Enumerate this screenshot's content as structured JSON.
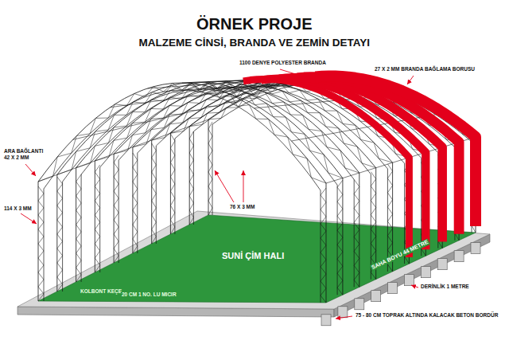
{
  "diagram": {
    "title": "ÖRNEK PROJE",
    "labels": [
      "MALZEME CİNSİ, BRANDA VE ZEMİN DETAYI",
      "1100 DENYE POLYESTER BRANDA",
      "27 X 2 MM BRANDA BAĞLAMA BORUSU",
      "ARA BAĞLANTI 42 X 2 MM",
      "114 X 3 MM",
      "76 X 3 MM",
      "SUNİ ÇİM HALI",
      "SAHA BOYU 44 METRE",
      "DERİNLİK 1 METRE",
      "KOLBONT KEÇE",
      "20 CM 1 NO. LU MICIR",
      "75 - 80 CM TOPRAK ALTINDA KALACAK BETON BORDÜR"
    ]
  }
}
